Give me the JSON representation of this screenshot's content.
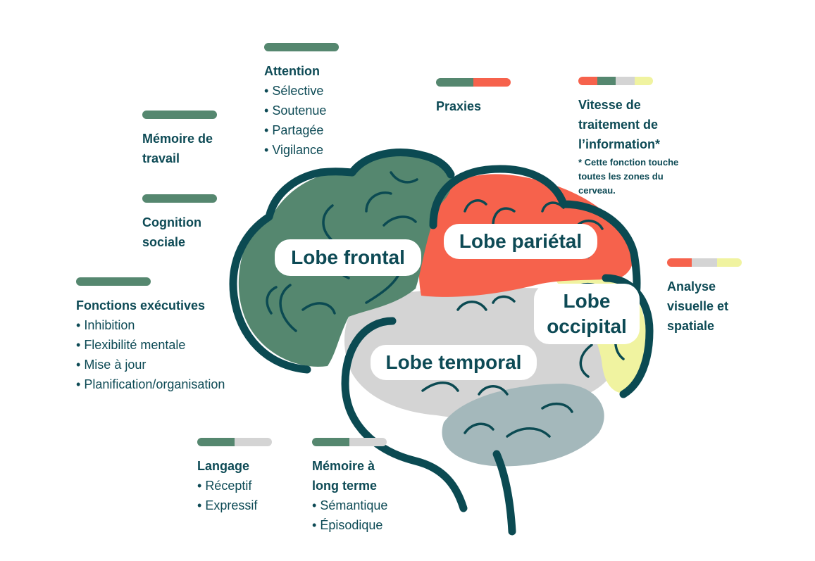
{
  "colors": {
    "frontal": "#55876f",
    "parietal": "#f6624c",
    "temporal": "#d4d4d4",
    "occipital": "#f0f3a0",
    "cerebellum": "#a4b8bb",
    "outline": "#0b4a52",
    "text": "#0d4a55"
  },
  "lobes": {
    "frontal": "Lobe frontal",
    "parietal": "Lobe pariétal",
    "occipital_line1": "Lobe",
    "occipital_line2": "occipital",
    "temporal": "Lobe temporal"
  },
  "functions": {
    "attention": {
      "title": "Attention",
      "bar": [
        "#55876f"
      ],
      "items": [
        "Sélective",
        "Soutenue",
        "Partagée",
        "Vigilance"
      ]
    },
    "praxies": {
      "title": "Praxies",
      "bar": [
        "#55876f",
        "#f6624c"
      ]
    },
    "vitesse": {
      "title_line1": "Vitesse de",
      "title_line2": "traitement de",
      "title_line3": "l’information*",
      "note_line1": "* Cette fonction touche",
      "note_line2": "toutes les zones du",
      "note_line3": "cerveau.",
      "bar": [
        "#f6624c",
        "#55876f",
        "#d4d4d4",
        "#f0f3a0"
      ]
    },
    "memoire_travail": {
      "title_line1": "Mémoire de",
      "title_line2": "travail",
      "bar": [
        "#55876f"
      ]
    },
    "cognition_sociale": {
      "title_line1": "Cognition",
      "title_line2": "sociale",
      "bar": [
        "#55876f"
      ]
    },
    "fonctions_executives": {
      "title": "Fonctions exécutives",
      "bar": [
        "#55876f"
      ],
      "items": [
        "Inhibition",
        "Flexibilité mentale",
        "Mise à jour",
        "Planification/organisation"
      ]
    },
    "analyse_visuelle": {
      "title_line1": "Analyse",
      "title_line2": "visuelle et",
      "title_line3": "spatiale",
      "bar": [
        "#f6624c",
        "#d4d4d4",
        "#f0f3a0"
      ]
    },
    "langage": {
      "title": "Langage",
      "bar": [
        "#55876f",
        "#d4d4d4"
      ],
      "items": [
        "Réceptif",
        "Expressif"
      ]
    },
    "memoire_long_terme": {
      "title_line1": "Mémoire à",
      "title_line2": "long terme",
      "bar": [
        "#55876f",
        "#d4d4d4"
      ],
      "items": [
        "Sémantique",
        "Épisodique"
      ]
    }
  }
}
